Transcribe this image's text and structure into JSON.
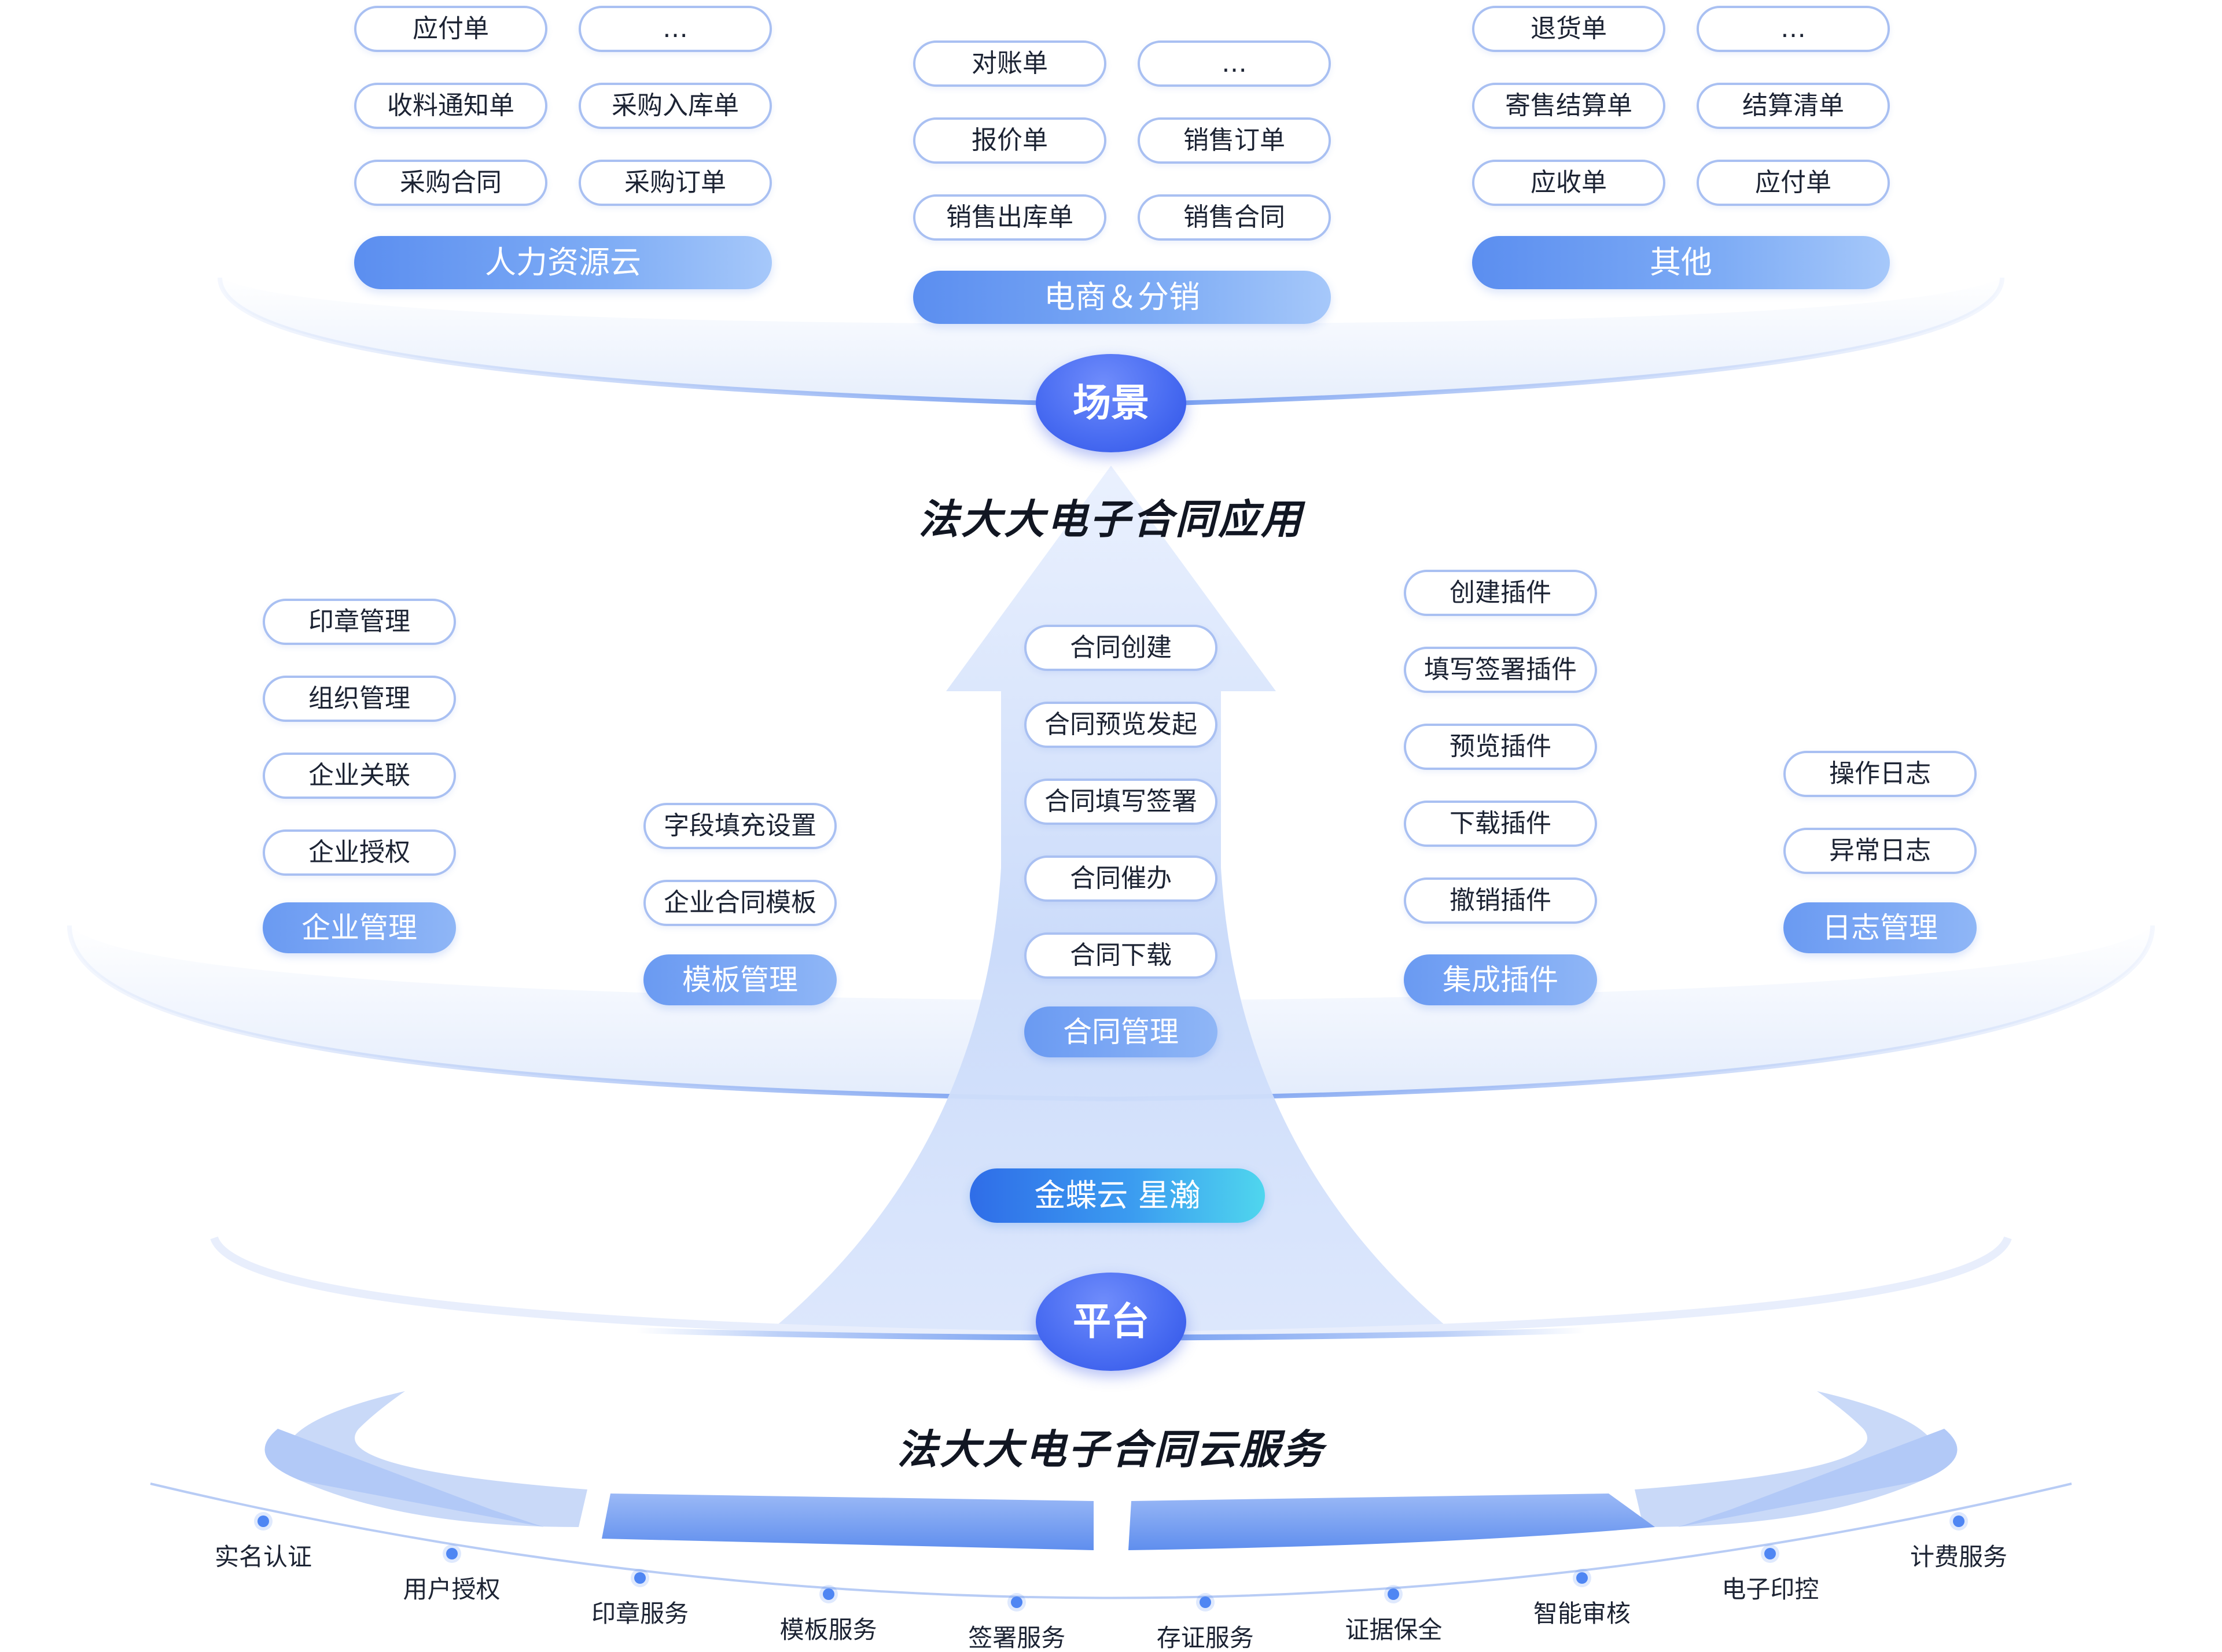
{
  "scene": {
    "badge": "场景",
    "groups": [
      {
        "category": "人力资源云",
        "items": [
          "应付单",
          "…",
          "收料通知单",
          "采购入库单",
          "采购合同",
          "采购订单"
        ]
      },
      {
        "category": "电商＆分销",
        "items": [
          "对账单",
          "…",
          "报价单",
          "销售订单",
          "销售出库单",
          "销售合同"
        ]
      },
      {
        "category": "其他",
        "items": [
          "退货单",
          "…",
          "寄售结算单",
          "结算清单",
          "应收单",
          "应付单"
        ]
      }
    ]
  },
  "app": {
    "title": "法大大电子合同应用",
    "modules": [
      {
        "category": "企业管理",
        "items": [
          "印章管理",
          "组织管理",
          "企业关联",
          "企业授权"
        ]
      },
      {
        "category": "模板管理",
        "items": [
          "字段填充设置",
          "企业合同模板"
        ]
      },
      {
        "category": "合同管理",
        "items": [
          "合同创建",
          "合同预览发起",
          "合同填写签署",
          "合同催办",
          "合同下载"
        ]
      },
      {
        "category": "集成插件",
        "items": [
          "创建插件",
          "填写签署插件",
          "预览插件",
          "下载插件",
          "撤销插件"
        ]
      },
      {
        "category": "日志管理",
        "items": [
          "操作日志",
          "异常日志"
        ]
      }
    ]
  },
  "platform": {
    "badge": "平台",
    "product": "金蝶云 星瀚"
  },
  "cloud": {
    "title": "法大大电子合同云服务",
    "services": [
      "实名认证",
      "用户授权",
      "印章服务",
      "模板服务",
      "签署服务",
      "存证服务",
      "证据保全",
      "智能审核",
      "电子印控",
      "计费服务"
    ]
  },
  "colors": {
    "accent": "#4a6df2",
    "pill_border": "#a9c0f2",
    "category_gradient": [
      "#5b8ef0",
      "#a6c8fa"
    ],
    "product_gradient": [
      "#2f6de8",
      "#4fd6ee"
    ]
  }
}
